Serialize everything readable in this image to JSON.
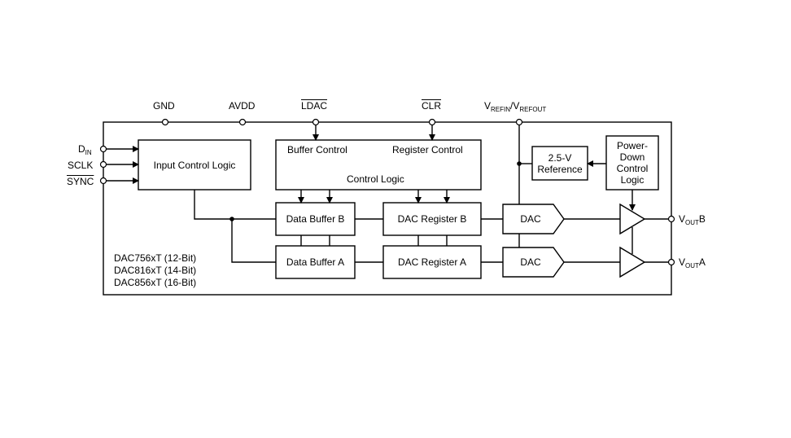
{
  "top_pins": {
    "gnd": "GND",
    "avdd": "AVDD",
    "ldac": "LDAC",
    "clr": "CLR",
    "vref_v1": "V",
    "vref_sub1": "REFIN",
    "vref_sep": "/V",
    "vref_sub2": "REFOUT"
  },
  "left_pins": {
    "din_main": "D",
    "din_sub": "IN",
    "sclk": "SCLK",
    "sync": "SYNC"
  },
  "right_pins": {
    "voutb_main": "V",
    "voutb_sub": "OUT",
    "voutb_suffix": "B",
    "vouta_main": "V",
    "vouta_sub": "OUT",
    "vouta_suffix": "A"
  },
  "blocks": {
    "input_control": "Input Control Logic",
    "buffer_control": "Buffer Control",
    "register_control": "Register Control",
    "control_logic": "Control Logic",
    "reference_line1": "2.5-V",
    "reference_line2": "Reference",
    "powerdown_line1": "Power-",
    "powerdown_line2": "Down",
    "powerdown_line3": "Control",
    "powerdown_line4": "Logic",
    "data_buffer_b": "Data Buffer B",
    "data_buffer_a": "Data Buffer A",
    "dac_register_b": "DAC Register B",
    "dac_register_a": "DAC Register A",
    "dac_b": "DAC",
    "dac_a": "DAC"
  },
  "variants": [
    "DAC756xT (12-Bit)",
    "DAC816xT (14-Bit)",
    "DAC856xT (16-Bit)"
  ]
}
